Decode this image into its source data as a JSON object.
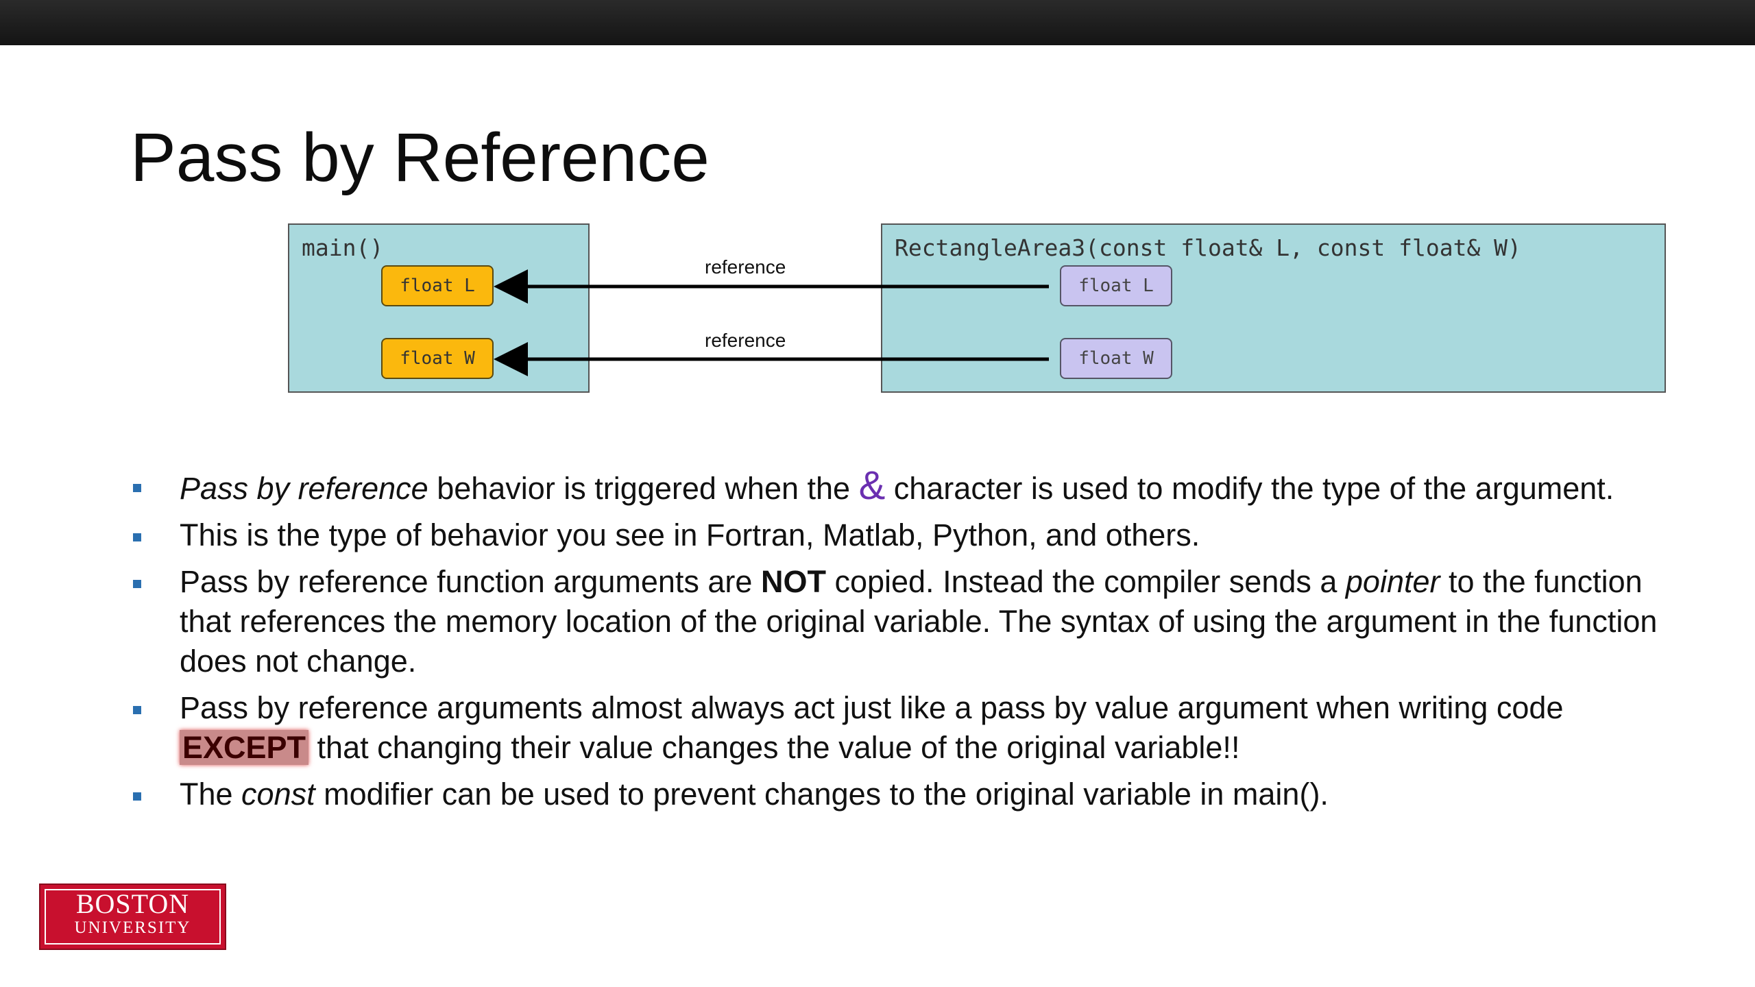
{
  "slide": {
    "title": "Pass by Reference"
  },
  "diagram": {
    "main_label": "main()",
    "function_label": "RectangleArea3(const float& L, const float& W)",
    "main_vars": [
      "float L",
      "float W"
    ],
    "function_vars": [
      "float L",
      "float W"
    ],
    "arrow_labels": [
      "reference",
      "reference"
    ],
    "colors": {
      "frame_fill": "#a9d9dd",
      "original_var_fill": "#fbb80d",
      "reference_var_fill": "#c9c4f0"
    }
  },
  "bullets": [
    {
      "em_lead": "Pass by reference",
      "text_a": " behavior is triggered when the ",
      "amp": "&",
      "text_b": " character is used to modify the type of the argument."
    },
    {
      "text": "This is the type of behavior you see in Fortran, Matlab, Python, and others."
    },
    {
      "text_a": "Pass by reference function arguments are ",
      "strong": "NOT",
      "text_b": " copied. Instead the compiler sends a ",
      "em": "pointer",
      "text_c": " to the function that references the memory location of the original variable.  The syntax of using the argument in the function does not change."
    },
    {
      "text_a": "Pass by reference arguments almost always act just like a pass by value argument when writing code ",
      "badge": "EXCEPT",
      "text_b": " that changing their value changes the value of the original variable!!"
    },
    {
      "text_a": "The ",
      "em": "const",
      "text_b": " modifier can be used to prevent changes to the original variable in main()."
    }
  ],
  "logo": {
    "line1": "BOSTON",
    "line2": "UNIVERSITY",
    "color": "#c8102e"
  },
  "bullet_color": "#2a6fb0"
}
